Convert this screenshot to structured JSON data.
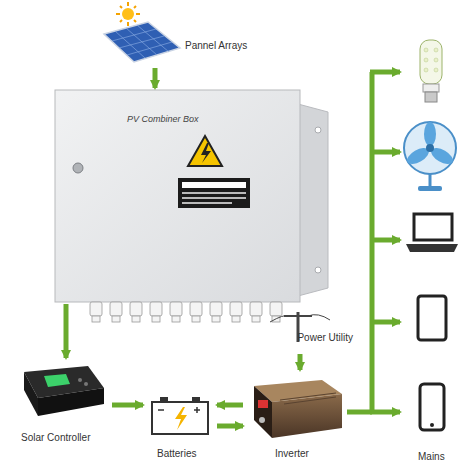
{
  "diagram": {
    "nodes": [
      {
        "text": [
          "Pannel Arrays"
        ]
      },
      {
        "text": [
          "PV Combiner Box"
        ]
      },
      {
        "text": [
          "Solar Controller"
        ]
      },
      {
        "text": [
          "Batteries"
        ]
      },
      {
        "text": [
          "Inverter"
        ]
      },
      {
        "text": [
          "Power Utility"
        ]
      }
    ],
    "edges": [
      {
        "from": 0,
        "to": 1,
        "arrow": "to"
      },
      {
        "from": 1,
        "to": 2,
        "arrow": "to"
      },
      {
        "from": 2,
        "to": 3,
        "arrow": "to"
      },
      {
        "from": 4,
        "to": 3,
        "arrow": "to"
      },
      {
        "from": 3,
        "to": 4,
        "arrow": "to"
      },
      {
        "from": 5,
        "to": 4,
        "arrow": "to"
      }
    ],
    "labels": [
      "Mains"
    ]
  }
}
